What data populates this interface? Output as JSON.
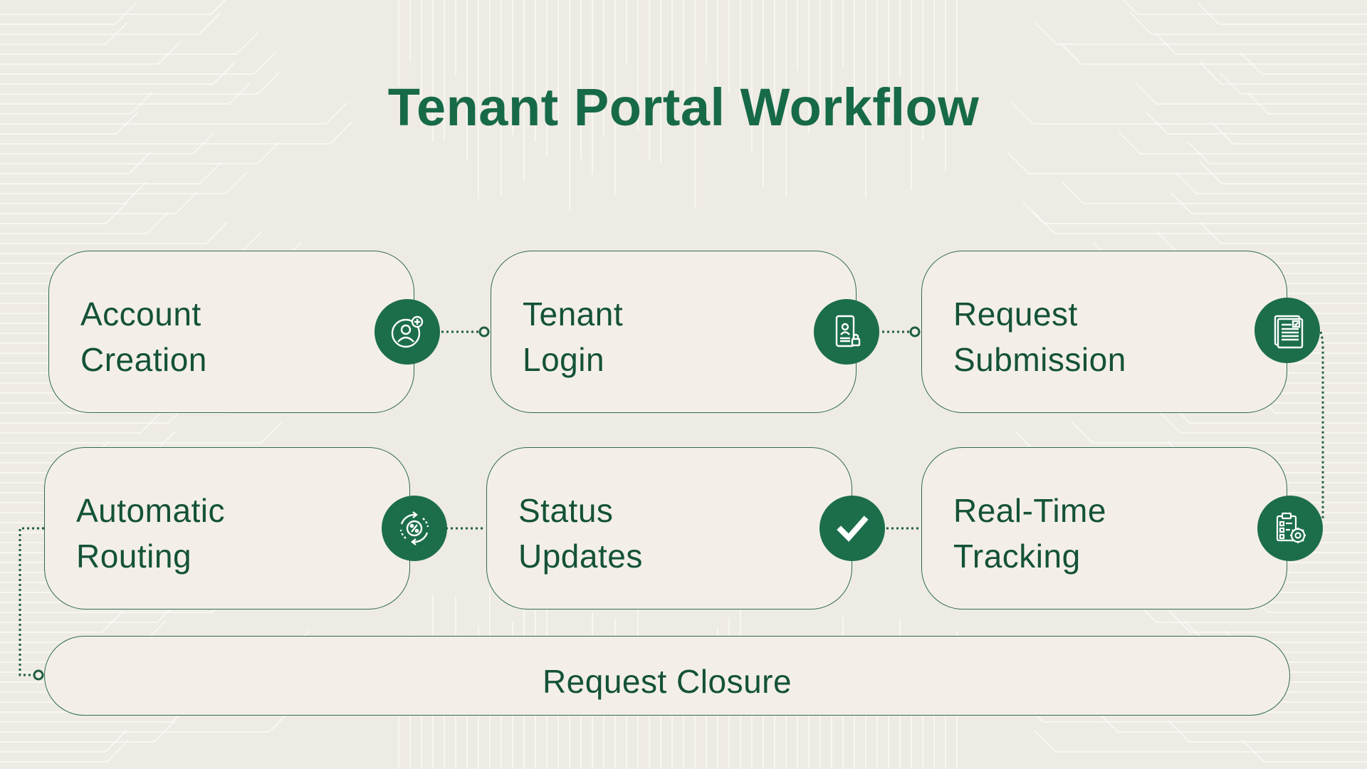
{
  "title": "Tenant Portal Workflow",
  "steps": [
    {
      "line1": "Account",
      "line2": "Creation",
      "icon": "user-add-icon"
    },
    {
      "line1": "Tenant",
      "line2": "Login",
      "icon": "mobile-login-icon"
    },
    {
      "line1": "Request",
      "line2": "Submission",
      "icon": "document-check-icon"
    },
    {
      "line1": "Real-Time",
      "line2": "Tracking",
      "icon": "clipboard-gear-icon"
    },
    {
      "line1": "Status",
      "line2": "Updates",
      "icon": "checkmark-icon"
    },
    {
      "line1": "Automatic",
      "line2": "Routing",
      "icon": "percent-cycle-icon"
    }
  ],
  "final_step": {
    "label": "Request Closure"
  },
  "colors": {
    "accent": "#1c6e4b",
    "title": "#176a47",
    "text": "#145238",
    "card_bg": "#f3efe8",
    "page_bg": "#eeebe4"
  }
}
